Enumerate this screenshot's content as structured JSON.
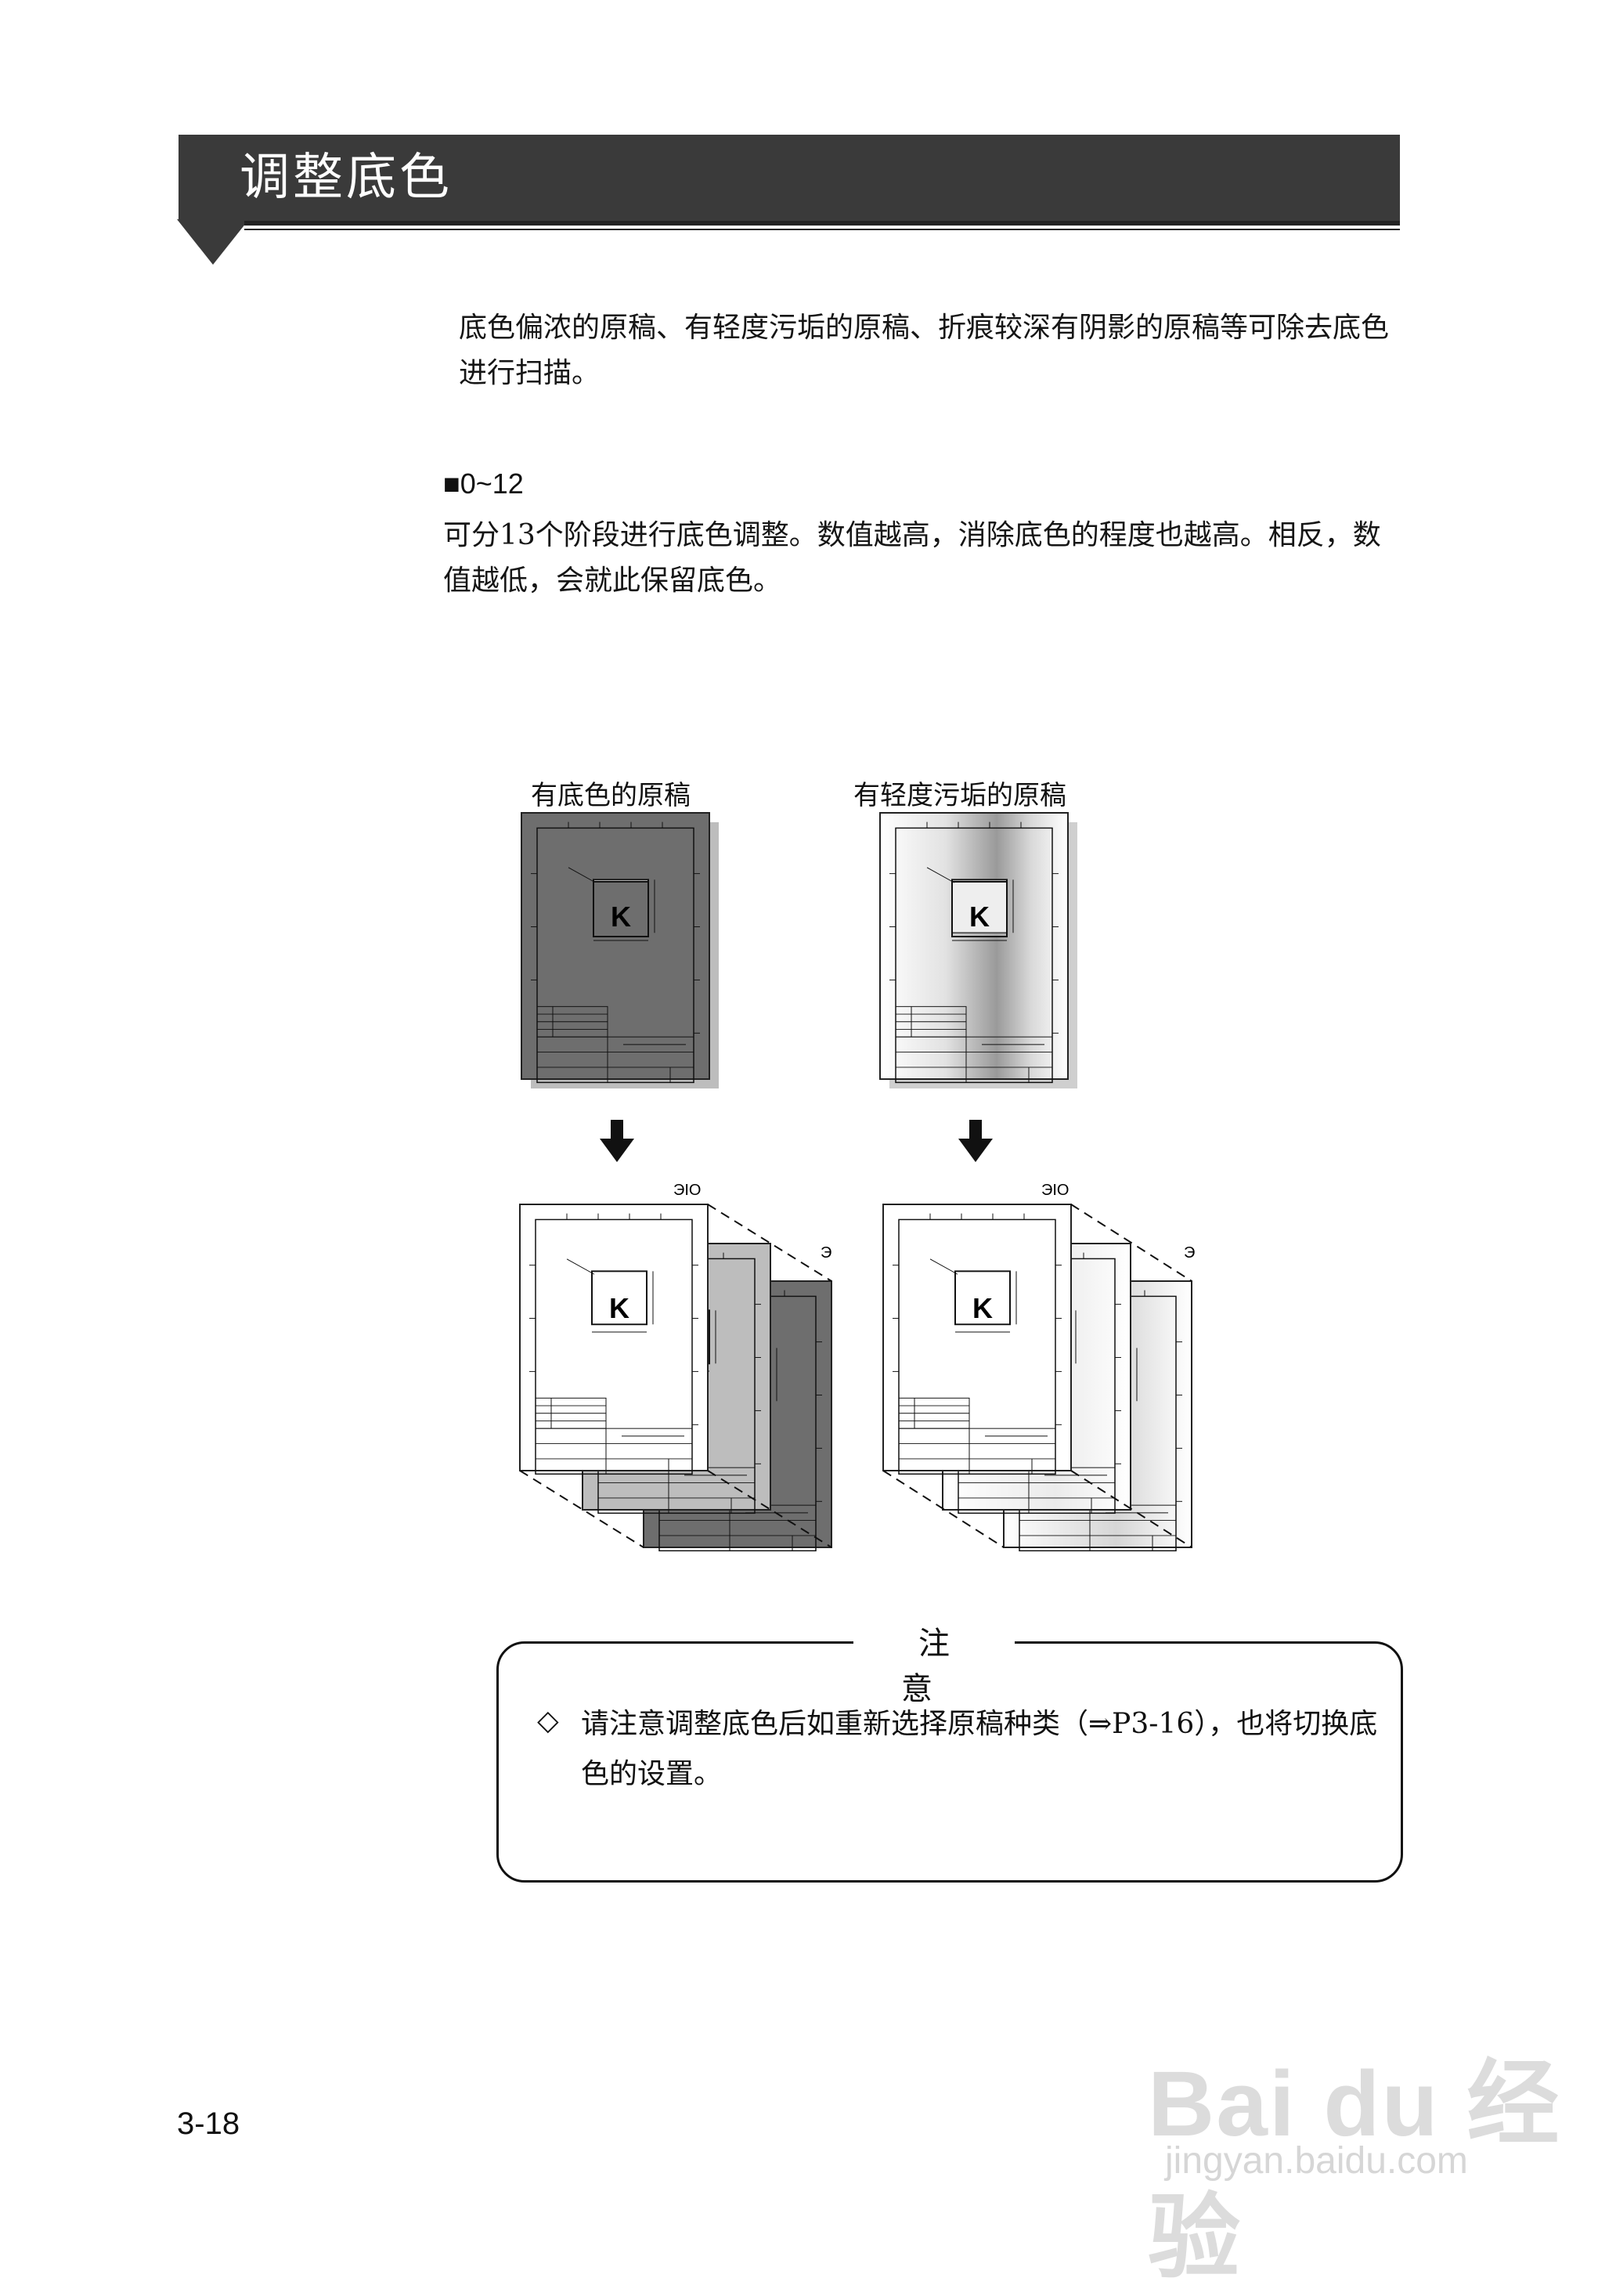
{
  "header": {
    "title": "调整底色"
  },
  "intro": {
    "text": "底色偏浓的原稿、有轻度污垢的原稿、折痕较深有阴影的原稿等可除去底色进行扫描。"
  },
  "range": {
    "label": "■0~12",
    "text": "可分13个阶段进行底色调整。数值越高，消除底色的程度也越高。相反，数值越低，会就此保留底色。"
  },
  "illustration": {
    "left_caption": "有底色的原稿",
    "right_caption": "有轻度污垢的原稿",
    "doc_letter": "K",
    "stack_label": "ЭIO",
    "side_label": "Э"
  },
  "note": {
    "title": "注意",
    "bullet": "◇",
    "text": "请注意调整底色后如重新选择原稿种类（⇒P3-16），也将切换底色的设置。"
  },
  "footer": {
    "page_number": "3-18"
  },
  "watermark": {
    "logo": "Bai du 经验",
    "url": "jingyan.baidu.com"
  }
}
